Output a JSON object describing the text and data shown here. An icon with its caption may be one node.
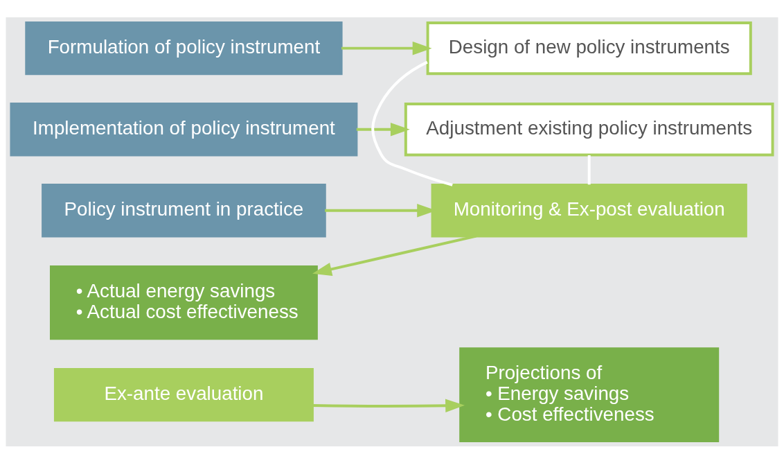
{
  "diagram": {
    "nodes": [
      {
        "text": [
          "Ex-ante evaluation"
        ]
      },
      {
        "text": [
          "Projections of",
          "• Energy savings",
          "• Cost effectiveness"
        ]
      },
      {
        "text": [
          "Formulation of policy instrument"
        ]
      },
      {
        "text": [
          "Implementation of policy instrument"
        ]
      },
      {
        "text": [
          "Policy instrument in practice"
        ]
      },
      {
        "text": [
          "Design of new policy instruments"
        ]
      },
      {
        "text": [
          "Adjustment existing policy instruments"
        ]
      },
      {
        "text": [
          "Monitoring & Ex-post evaluation"
        ]
      },
      {
        "text": [
          "• Actual energy savings",
          "• Actual cost effectiveness"
        ]
      }
    ],
    "edges": [
      {
        "from": 0,
        "to": 1,
        "arrow": "to"
      },
      {
        "from": 2,
        "to": 5,
        "arrow": "to"
      },
      {
        "from": 3,
        "to": 6,
        "arrow": "to"
      },
      {
        "from": 4,
        "to": 7,
        "arrow": "to"
      },
      {
        "from": 7,
        "to": 8,
        "arrow": "to"
      },
      {
        "from": 5,
        "to": 7,
        "arrow": "none",
        "color": "#ffffff"
      },
      {
        "from": 6,
        "to": 7,
        "arrow": "none",
        "color": "#ffffff"
      }
    ]
  }
}
